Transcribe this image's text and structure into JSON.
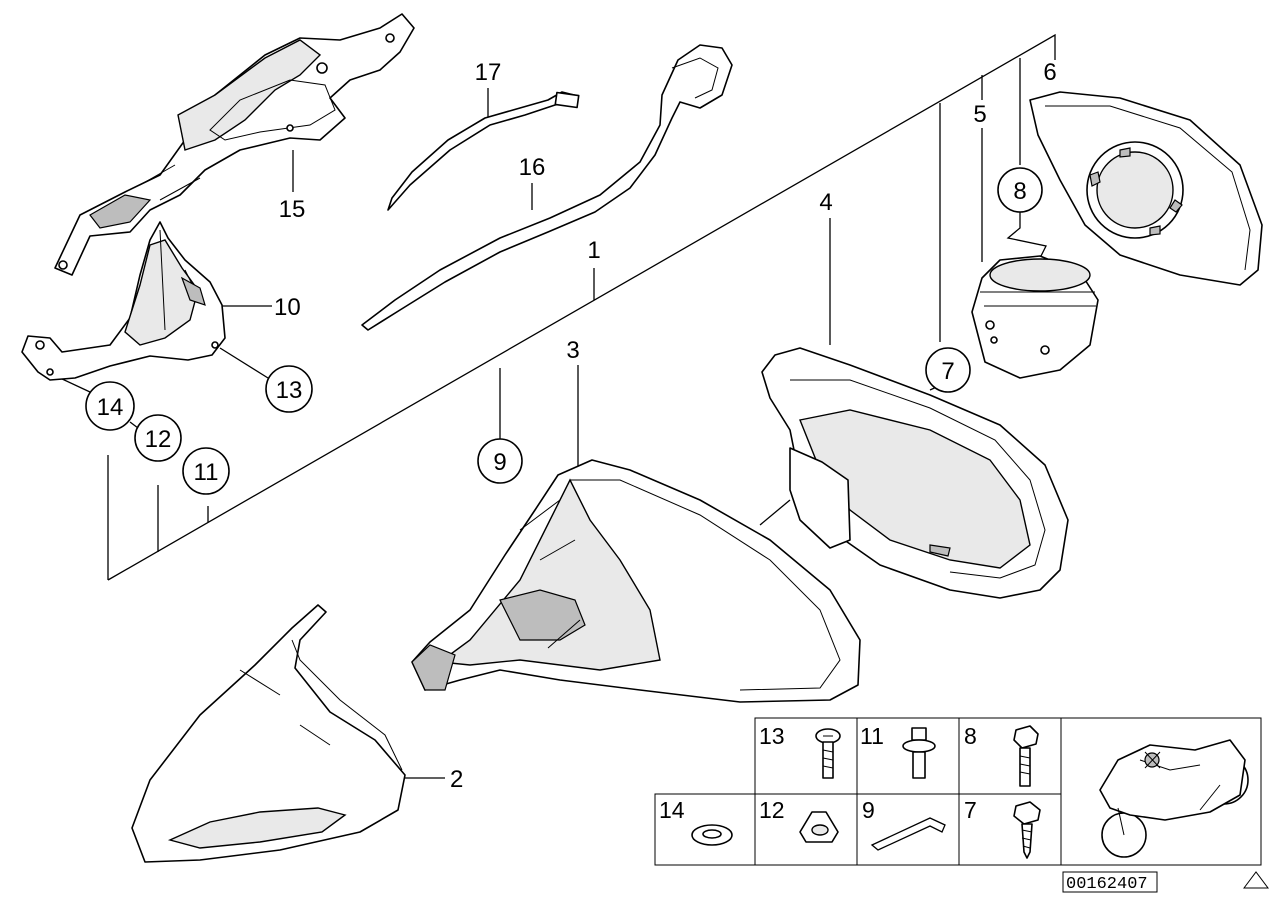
{
  "diagram": {
    "reference_number": "00162407",
    "callouts": {
      "p1": "1",
      "p2": "2",
      "p3": "3",
      "p4": "4",
      "p5": "5",
      "p6": "6",
      "p10": "10",
      "p15": "15",
      "p16": "16",
      "p17": "17"
    },
    "circled_callouts": {
      "c7": "7",
      "c8": "8",
      "c9": "9",
      "c11": "11",
      "c12": "12",
      "c13": "13",
      "c14": "14"
    },
    "hardware_table": [
      {
        "label": "13",
        "item": "screw"
      },
      {
        "label": "11",
        "item": "bolt-with-washer"
      },
      {
        "label": "8",
        "item": "hex-screw"
      },
      {
        "label": "14",
        "item": "washer"
      },
      {
        "label": "12",
        "item": "clip-nut"
      },
      {
        "label": "9",
        "item": "wire-spring"
      },
      {
        "label": "7",
        "item": "self-tapping-screw"
      }
    ],
    "motorcycle_thumbnail": "motorcycle-icon"
  }
}
